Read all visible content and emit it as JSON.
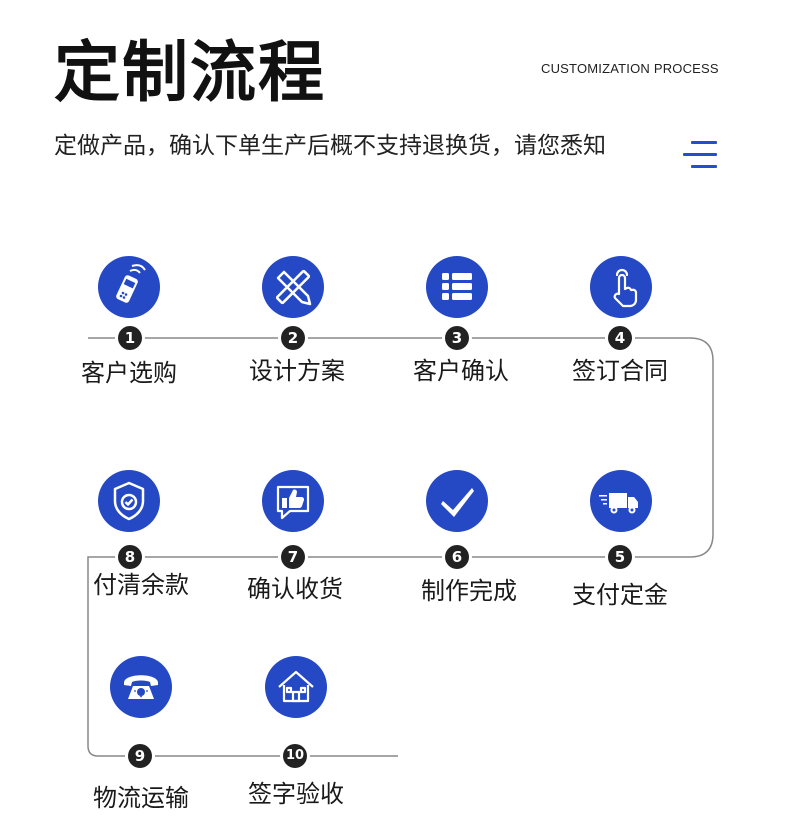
{
  "header": {
    "title": "定制流程",
    "subtitle_en": "CUSTOMIZATION PROCESS",
    "notice": "定做产品，确认下单生产后概不支持退换货，请您悉知"
  },
  "colors": {
    "accent": "#2549c4",
    "number_badge": "#222222",
    "line": "#888888"
  },
  "steps": [
    {
      "number": "1",
      "label": "客户选购",
      "icon": "mobile-phone-icon"
    },
    {
      "number": "2",
      "label": "设计方案",
      "icon": "pencil-ruler-icon"
    },
    {
      "number": "3",
      "label": "客户确认",
      "icon": "list-icon"
    },
    {
      "number": "4",
      "label": "签订合同",
      "icon": "hand-tap-icon"
    },
    {
      "number": "5",
      "label": "支付定金",
      "icon": "delivery-truck-icon"
    },
    {
      "number": "6",
      "label": "制作完成",
      "icon": "checkmark-icon"
    },
    {
      "number": "7",
      "label": "确认收货",
      "icon": "thumbs-up-icon"
    },
    {
      "number": "8",
      "label": "付清余款",
      "icon": "shield-check-icon"
    },
    {
      "number": "9",
      "label": "物流运输",
      "icon": "telephone-icon"
    },
    {
      "number": "10",
      "label": "签字验收",
      "icon": "house-icon"
    }
  ]
}
